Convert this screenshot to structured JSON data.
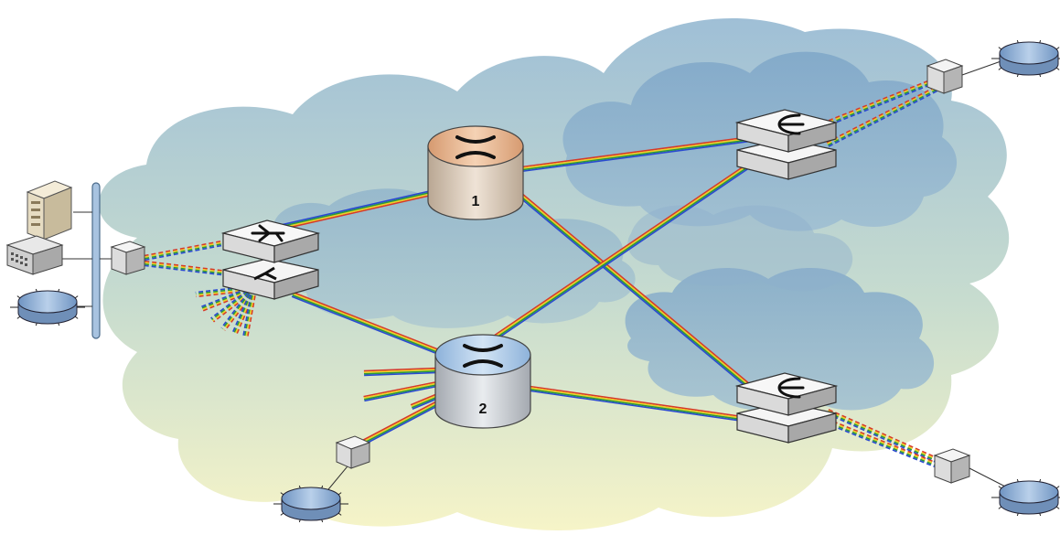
{
  "diagram": {
    "routers": [
      {
        "id": "router-1",
        "label": "1",
        "color": "#e8b48c"
      },
      {
        "id": "router-2",
        "label": "2",
        "color": "#a9c8e8"
      }
    ],
    "colors": {
      "fiber": [
        "#d63a2a",
        "#f0d020",
        "#2a9a3a",
        "#2a4ad0"
      ],
      "cloud": "#8fb5d2",
      "cloud_dark": "#6f9bc0",
      "cloud_yellow": "#f6f4c8",
      "device_light": "#f2f2f2",
      "device_shade": "#bfbfbf",
      "terminal": "#8fb2d8"
    },
    "devices": [
      "server-icon",
      "switch-icon",
      "terminal-icon",
      "bus-bar",
      "mux-icon",
      "add-drop-multiplexer-icon",
      "demux-icon",
      "optical-cross-connect-icon"
    ]
  }
}
